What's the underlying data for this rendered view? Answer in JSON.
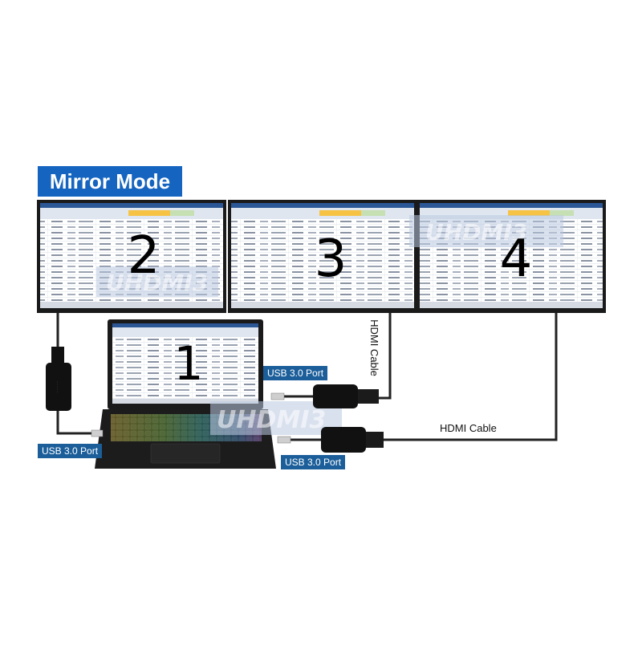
{
  "title": "Mirror Mode",
  "watermark": "UHDMI3",
  "displays": [
    {
      "number": "2"
    },
    {
      "number": "3"
    },
    {
      "number": "4"
    },
    {
      "number": "1"
    }
  ],
  "labels": {
    "usb_left": "USB 3.0 Port",
    "usb_upper": "USB 3.0 Port",
    "usb_lower": "USB 3.0 Port",
    "hdmi_vertical": "HDMI Cable",
    "hdmi_horizontal": "HDMI Cable"
  },
  "colors": {
    "badge": "#1565c0",
    "port_label": "#1b5e9a",
    "bezel": "#1a1a1a",
    "cable": "#222222",
    "watermark_bg": "#b9c9e0"
  }
}
